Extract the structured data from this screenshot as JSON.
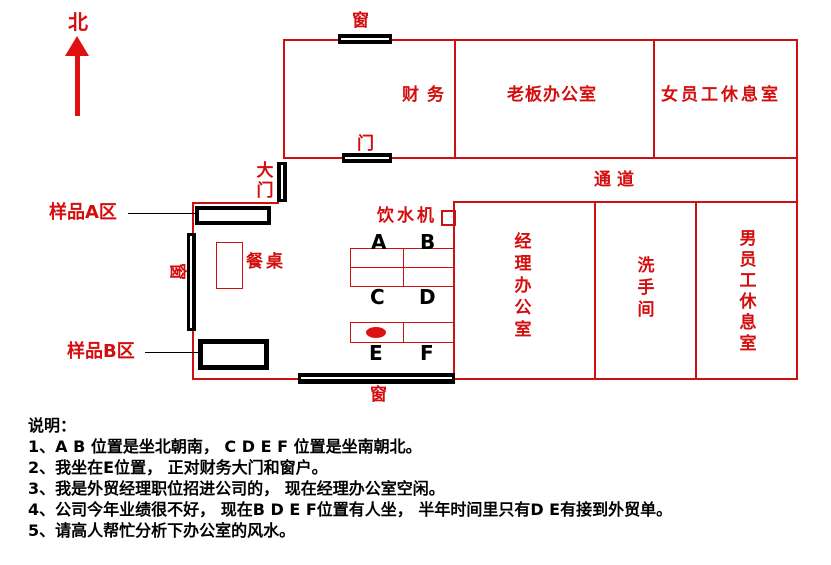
{
  "colors": {
    "wall_red": "#cc1111",
    "text_red": "#d40d0d",
    "arrow_red": "#e01010",
    "black": "#000000",
    "background": "#ffffff"
  },
  "compass": {
    "north": "北"
  },
  "floor_plan": {
    "rooms": {
      "finance": "财务",
      "boss_office": "老板办公室",
      "female_rest": "女员工休息室",
      "corridor": "通道",
      "manager_office": "经理办公室",
      "washroom": "洗手间",
      "male_rest": "男员工休息室"
    },
    "fixtures": {
      "window_top": "窗",
      "door_finance": "门",
      "main_gate": "大门",
      "window_left": "窗",
      "window_bottom": "窗",
      "water_dispenser": "饮水机",
      "dining_table": "餐桌",
      "sample_area_a": "样品A区",
      "sample_area_b": "样品B区"
    },
    "seats": {
      "a": "A",
      "b": "B",
      "c": "C",
      "d": "D",
      "e": "E",
      "f": "F"
    }
  },
  "notes": {
    "title": "说明：",
    "items": [
      "1、A B 位置是坐北朝南， C D E F 位置是坐南朝北。",
      "2、我坐在E位置， 正对财务大门和窗户。",
      "3、我是外贸经理职位招进公司的， 现在经理办公室空闲。",
      "4、公司今年业绩很不好， 现在B D E F位置有人坐， 半年时间里只有D E有接到外贸单。",
      "5、请高人帮忙分析下办公室的风水。"
    ]
  }
}
